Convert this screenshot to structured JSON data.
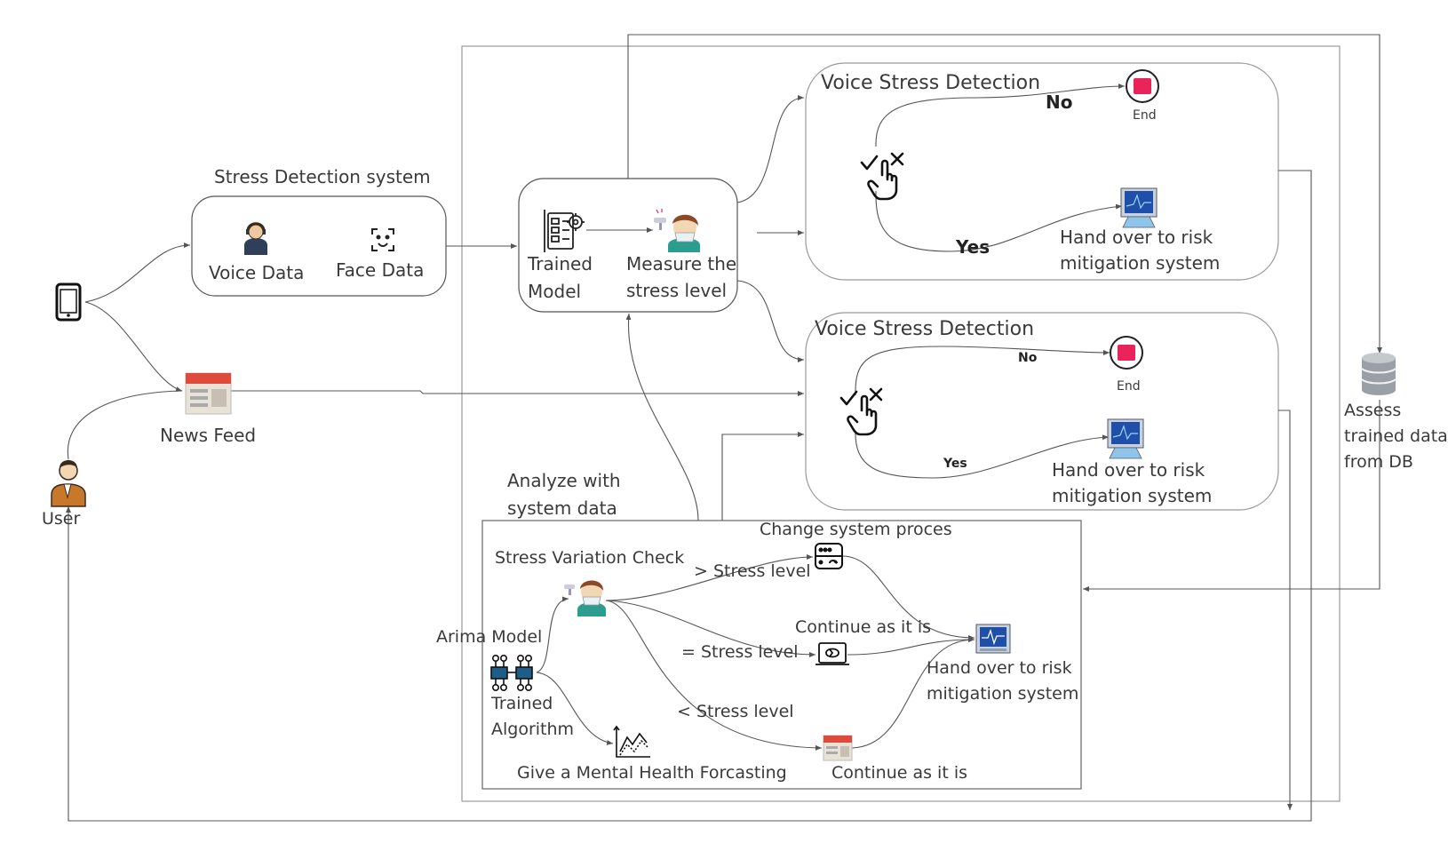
{
  "stress_detection": {
    "title": "Stress Detection system",
    "voice_data": "Voice Data",
    "face_data": "Face Data"
  },
  "news_feed": "News Feed",
  "user": "User",
  "model_box": {
    "trained_model_1": "Trained",
    "trained_model_2": "Model",
    "measure_1": "Measure the",
    "measure_2": "stress level"
  },
  "voice_box_1": {
    "title": "Voice Stress Detection",
    "no": "No",
    "yes": "Yes",
    "end": "End",
    "handover_1": "Hand over to risk",
    "handover_2": "mitigation system"
  },
  "voice_box_2": {
    "title": "Voice Stress Detection",
    "no": "No",
    "yes": "Yes",
    "end": "End",
    "handover_1": "Hand over to risk",
    "handover_2": "mitigation system"
  },
  "db": {
    "line1": "Assess",
    "line2": "trained data",
    "line3": "from DB"
  },
  "analyze": {
    "line1": "Analyze with",
    "line2": "system data"
  },
  "bottom": {
    "change_process": "Change system proces",
    "variation_check": "Stress Variation Check",
    "gt_stress": "> Stress level",
    "eq_stress": "= Stress level",
    "lt_stress": "< Stress level",
    "continue_1": "Continue as it is",
    "continue_2": "Continue as it is",
    "arima": "Arima Model",
    "trained_alg_1": "Trained",
    "trained_alg_2": "Algorithm",
    "forecast": "Give a Mental Health Forcasting",
    "handover_1": "Hand over to risk",
    "handover_2": "mitigation system"
  },
  "colors": {
    "line": "#555555",
    "box_border": "#888888",
    "end_red": "#e8245a",
    "news_red": "#e04a3a",
    "monitor_blue": "#1f4fa8",
    "db_gray": "#9aa0a6"
  }
}
